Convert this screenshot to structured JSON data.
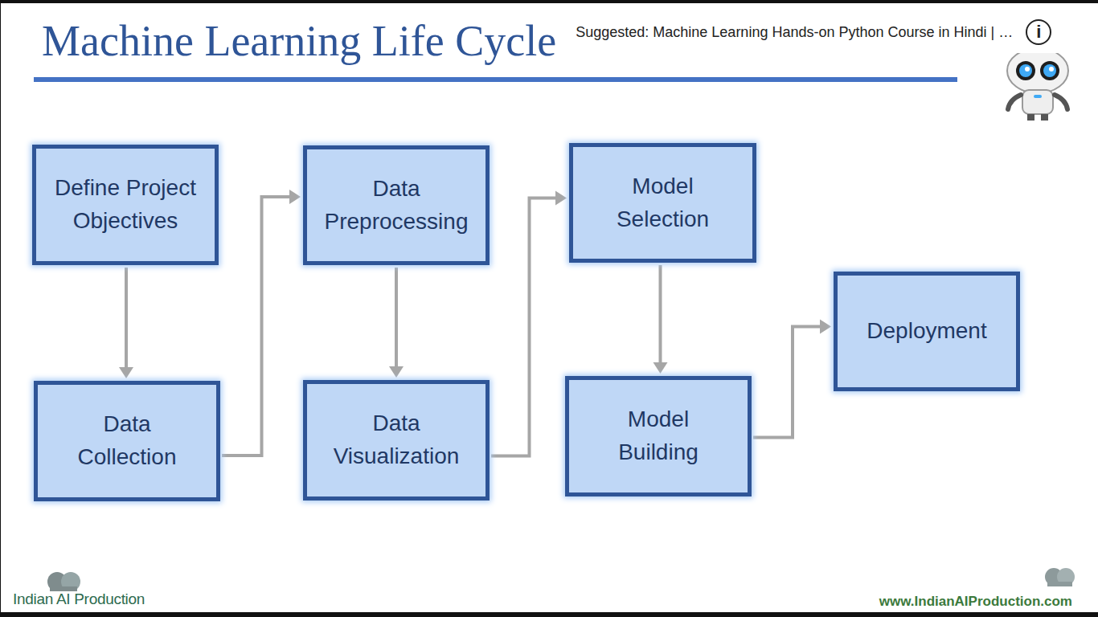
{
  "diagram": {
    "title": "Machine Learning Life Cycle",
    "nodes": [
      {
        "text": [
          "Define Project Objectives"
        ]
      },
      {
        "text": [
          "Data Collection"
        ]
      },
      {
        "text": [
          "Data Preprocessing"
        ]
      },
      {
        "text": [
          "Data Visualization"
        ]
      },
      {
        "text": [
          "Model Selection"
        ]
      },
      {
        "text": [
          "Model Building"
        ]
      },
      {
        "text": [
          "Deployment"
        ]
      }
    ],
    "edges": [
      {
        "from": 0,
        "to": 1,
        "arrow": "to"
      },
      {
        "from": 1,
        "to": 2,
        "arrow": "to"
      },
      {
        "from": 2,
        "to": 3,
        "arrow": "to"
      },
      {
        "from": 3,
        "to": 4,
        "arrow": "to"
      },
      {
        "from": 4,
        "to": 5,
        "arrow": "to"
      },
      {
        "from": 5,
        "to": 6,
        "arrow": "to"
      }
    ],
    "labels": [
      "Suggested: Machine Learning Hands-on Python Course in Hindi | …",
      "i",
      "Indian AI Production",
      "www.IndianAIProduction.com"
    ]
  }
}
